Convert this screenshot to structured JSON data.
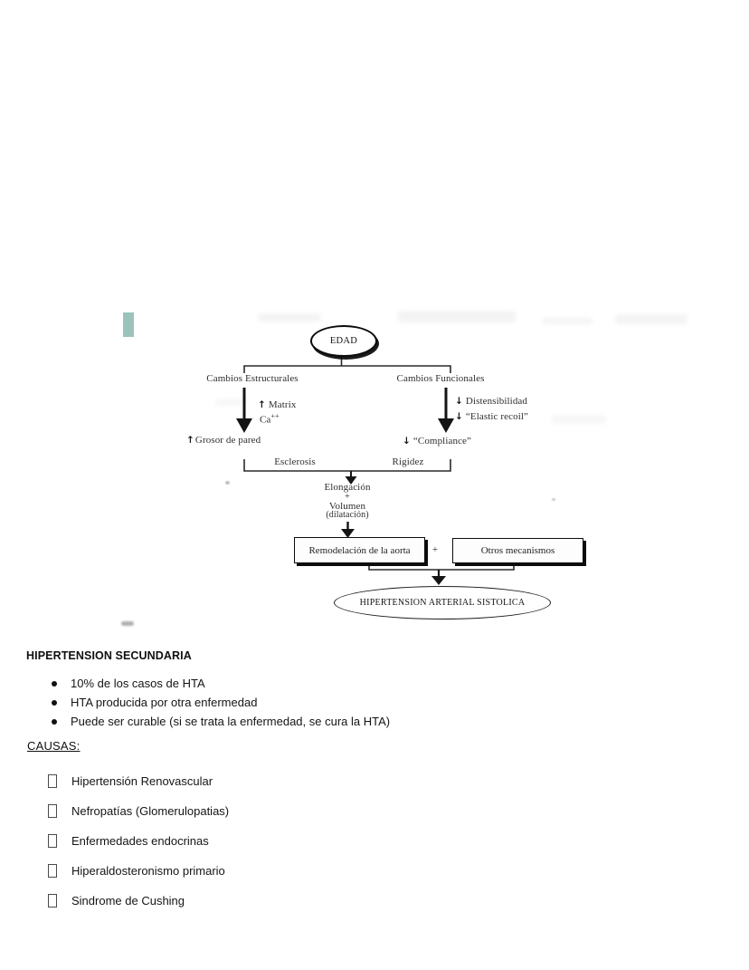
{
  "accent_color": "#9cc3ba",
  "diagram": {
    "root": "EDAD",
    "left_branch": {
      "label": "Cambios Estructurales",
      "note1": {
        "arrow": "↑",
        "text": "Matrix"
      },
      "note2": {
        "base": "Ca",
        "sup": "++"
      },
      "result": {
        "arrow": "↑",
        "text": "Grosor de pared"
      },
      "outcome": "Esclerosis"
    },
    "right_branch": {
      "label": "Cambios Funcionales",
      "note1": {
        "arrow": "↓",
        "text": "Distensibilidad"
      },
      "note2": {
        "arrow": "↓",
        "text": "“Elastic recoil”"
      },
      "result": {
        "arrow": "↓",
        "text": "“Compliance”"
      },
      "outcome": "Rigidez"
    },
    "merge": {
      "line1": "Elongación",
      "plus": "+",
      "line2": "Volumen",
      "line3": "(dilatación)"
    },
    "boxes": {
      "left": "Remodelación de la aorta",
      "plus": "+",
      "right": "Otros mecanismos"
    },
    "final": "HIPERTENSION ARTERIAL SISTOLICA"
  },
  "section": {
    "title": "HIPERTENSION SECUNDARIA",
    "bullets": [
      "10% de los casos de HTA",
      "HTA producida por otra enfermedad",
      "Puede ser curable (si se trata la enfermedad, se cura la HTA)"
    ],
    "causes_heading": "CAUSAS:",
    "causes": [
      "Hipertensión Renovascular",
      "Nefropatías (Glomerulopatias)",
      "Enfermedades endocrinas",
      "Hiperaldosteronismo primario",
      "Sindrome de Cushing"
    ]
  }
}
